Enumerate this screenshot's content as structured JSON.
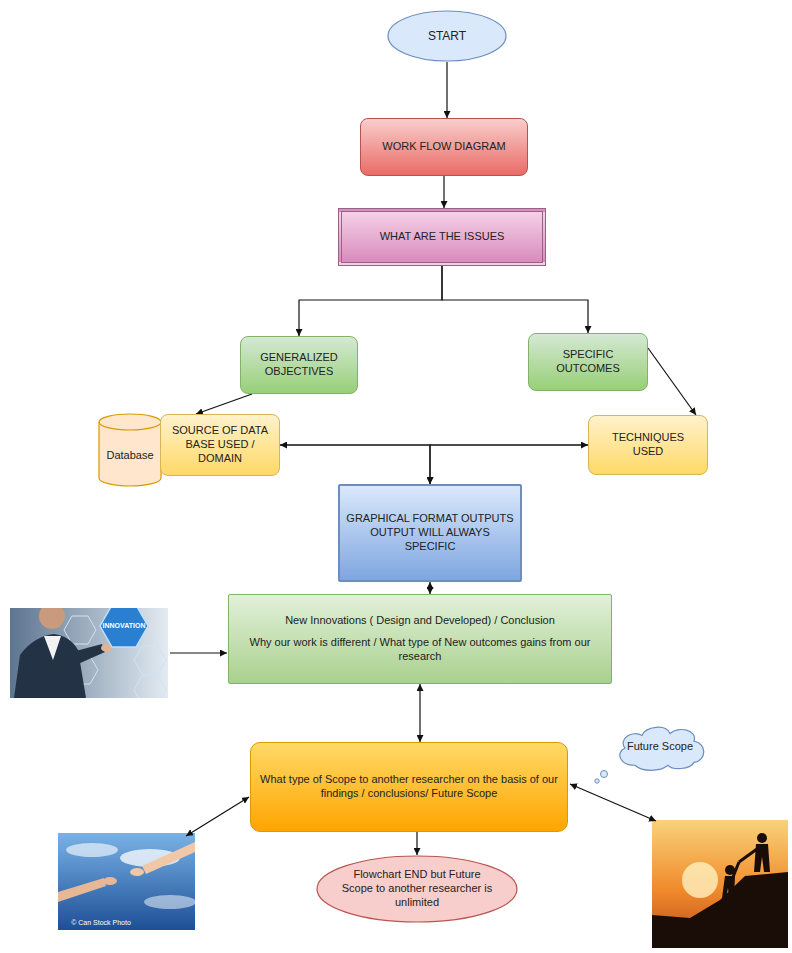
{
  "diagram": {
    "nodes": [
      {
        "text": [
          "START"
        ]
      },
      {
        "text": [
          "WORK FLOW DIAGRAM"
        ]
      },
      {
        "text": [
          "WHAT ARE THE ISSUES"
        ]
      },
      {
        "text": [
          "GENERALIZED OBJECTIVES"
        ]
      },
      {
        "text": [
          "SPECIFIC OUTCOMES"
        ]
      },
      {
        "text": [
          "Database"
        ]
      },
      {
        "text": [
          "SOURCE OF DATA BASE USED / DOMAIN"
        ]
      },
      {
        "text": [
          "TECHNIQUES USED"
        ]
      },
      {
        "text": [
          "GRAPHICAL FORMAT OUTPUTS OUTPUT WILL ALWAYS SPECIFIC"
        ]
      },
      {
        "text": [
          "New Innovations ( Design and Developed) / Conclusion",
          "Why our work is different / What type of New outcomes gains from our research"
        ]
      },
      {
        "text": [
          "What type of Scope to another researcher on the basis of our findings / conclusions/ Future Scope"
        ]
      },
      {
        "text": [
          "Future Scope"
        ]
      },
      {
        "text": [
          "Flowchart END but Future Scope to another researcher is unlimited"
        ]
      }
    ],
    "edges": [
      {
        "from": 0,
        "to": 1,
        "arrow": "to"
      },
      {
        "from": 1,
        "to": 2,
        "arrow": "to"
      },
      {
        "from": 2,
        "to": 3,
        "arrow": "to"
      },
      {
        "from": 2,
        "to": 4,
        "arrow": "to"
      },
      {
        "from": 3,
        "to": 6,
        "arrow": "to"
      },
      {
        "from": 4,
        "to": 7,
        "arrow": "to"
      },
      {
        "from": 6,
        "to": 7,
        "arrow": "both"
      },
      {
        "from": 6,
        "to": 8,
        "arrow": "to"
      },
      {
        "from": 7,
        "to": 8,
        "arrow": "to"
      },
      {
        "from": 8,
        "to": 9,
        "arrow": "both"
      },
      {
        "from": 9,
        "to": 10,
        "arrow": "both"
      },
      {
        "from": 10,
        "to": 12,
        "arrow": "to"
      }
    ],
    "labels": [
      "INNOVATION",
      "© Can Stock Photo"
    ]
  }
}
